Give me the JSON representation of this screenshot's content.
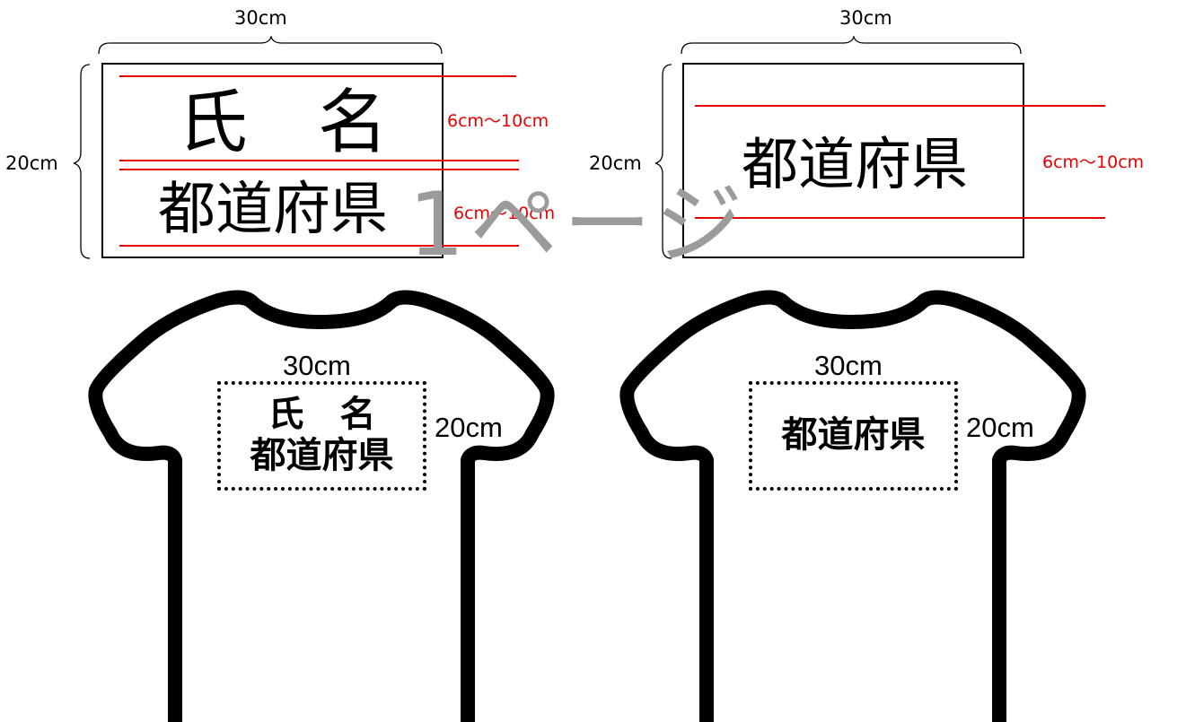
{
  "panels": [
    {
      "width_label": "30cm",
      "height_label": "20cm",
      "line1": "氏　名",
      "line2": "都道府県",
      "range1": "6cm～10cm",
      "range2": "6cm～10cm"
    },
    {
      "width_label": "30cm",
      "height_label": "20cm",
      "line1": "都道府県",
      "range1": "6cm～10cm"
    }
  ],
  "watermark": "1ページ",
  "shirts": [
    {
      "width_label": "30cm",
      "height_label": "20cm",
      "line1": "氏　名",
      "line2": "都道府県"
    },
    {
      "width_label": "30cm",
      "height_label": "20cm",
      "line1": "都道府県"
    }
  ],
  "colors": {
    "guide_line": "#e60000",
    "watermark": "#9b9b9b",
    "ink": "#000000"
  }
}
